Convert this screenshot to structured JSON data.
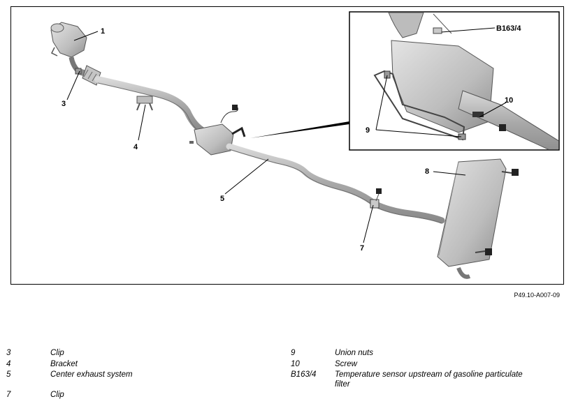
{
  "figure": {
    "callouts": {
      "c1": "1",
      "c3": "3",
      "c4": "4",
      "c5": "5",
      "c7": "7",
      "c8": "8",
      "c9": "9",
      "c10": "10",
      "c_b163": "B163/4"
    },
    "code": "P49.10-A007-09"
  },
  "legend": {
    "left": [
      {
        "num": "3",
        "text": "Clip"
      },
      {
        "num": "4",
        "text": "Bracket"
      },
      {
        "num": "5",
        "text": "Center exhaust system"
      },
      {
        "num": "7",
        "text": "Clip"
      }
    ],
    "right": [
      {
        "num": "9",
        "text": "Union nuts"
      },
      {
        "num": "10",
        "text": "Screw"
      },
      {
        "num": "B163/4",
        "text": "Temperature sensor upstream of gasoline particulate",
        "text2": "filter"
      }
    ]
  }
}
